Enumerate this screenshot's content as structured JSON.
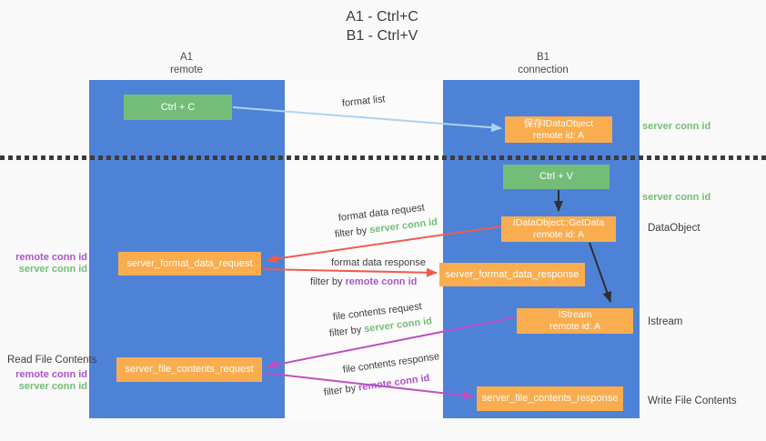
{
  "title": {
    "line1": "A1 - Ctrl+C",
    "line2": "B1 - Ctrl+V"
  },
  "lanes": {
    "left": {
      "name": "A1",
      "sub": "remote"
    },
    "right": {
      "name": "B1",
      "sub": "connection"
    }
  },
  "nodes": {
    "ctrl_c": "Ctrl + C",
    "ctrl_v": "Ctrl + V",
    "save_idataobject": {
      "line1": "保存IDataObject",
      "line2": "remote id: A"
    },
    "idataobject_getdata": {
      "line1": "IDataObject::GetData",
      "line2": "remote id: A"
    },
    "istream": {
      "line1": "IStream",
      "line2": "remote id: A"
    },
    "server_format_data_request": "server_format_data_request",
    "server_format_data_response": "server_format_data_response",
    "server_file_contents_request": "server_file_contents_request",
    "server_file_contents_response": "server_file_contents_response"
  },
  "labels": {
    "format_list": "format list",
    "format_data_request": "format data request",
    "format_data_response": "format data response",
    "file_contents_request": "file contents request",
    "file_contents_response": "file contents response",
    "filter_by": "filter by ",
    "server_conn_id": "server conn id",
    "remote_conn_id": "remote conn id",
    "dataobject": "DataObject",
    "istream_side": "Istream",
    "read_file_contents": "Read File Contents",
    "write_file_contents": "Write File Contents"
  },
  "colors": {
    "lane_blue": "#4d82d7",
    "box_orange": "#f9ad4e",
    "box_green": "#74bd78",
    "text_green": "#74bd78",
    "text_purple": "#a855c8",
    "arrow_red": "#ef5b50",
    "arrow_magenta": "#bd4fc3",
    "arrow_lightblue": "#a9d4f1",
    "arrow_black": "#2f2f2f"
  }
}
